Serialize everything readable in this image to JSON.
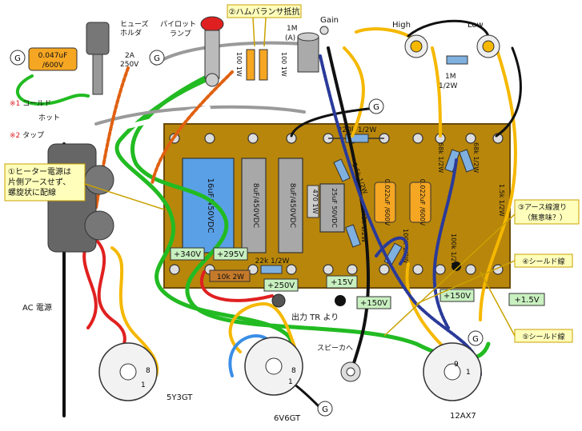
{
  "colors": {
    "board": "#b8860b",
    "board_edge": "#6b4a0a",
    "cap_blue": "#5aa0e6",
    "cap_gray": "#a8a8a8",
    "cap_orange": "#f5a623",
    "voltage_box": "#c8f0c0",
    "callout_box": "#ffffbb",
    "wire_green": "#22bb22",
    "wire_yellow": "#f5b800",
    "wire_red": "#e02020",
    "wire_black": "#111111",
    "wire_blue": "#3a8ee6",
    "wire_gray": "#9a9a9a"
  },
  "labels": {
    "fuse_holder": "ヒューズ\nホルダ",
    "fuse_rating": "2A\n250V",
    "pilot_lamp": "パイロット\nランプ",
    "hum_balancer": "②ハムバランサ抵抗",
    "gain_pot": "Gain",
    "high_pot": "High",
    "low_pot": "Low",
    "gain_value": "1M\n(A)",
    "tone_res": "1M\n1/2W",
    "cold": "※1 コールド",
    "hot": "ホット",
    "tap": "※2 タップ",
    "heater_note": "①ヒーター電源は\n片側アースせず、\n螺旋状に配線",
    "ac_power": "AC 電源",
    "output_tr": "出力 TR より",
    "to_speaker": "スピーカへ",
    "earth_note": "③アース線渡り\n（無意味？）",
    "shield1": "④シールド線",
    "shield2": "⑤シールド線",
    "tube_5y3": "5Y3GT",
    "tube_6v6": "6V6GT",
    "tube_12ax7": "12AX7",
    "ground": "G"
  },
  "components": {
    "cap_input": "0.047uF\n/600V",
    "cap_16uf": "16uF/450VDC",
    "cap_8uf_a": "8uF/450VDC",
    "cap_8uf_b": "8uF/450VDC",
    "cap_25uf": "25uF 50VDC",
    "res_470": "470 1W",
    "res_220k": "220k 1/2W",
    "res_15k": "1.5k 1/2W",
    "res_22k": "22k 1/2W",
    "cap_0022_a": "0.022uF\n/600V",
    "cap_0022_b": "0.022uF\n/600V",
    "res_68k_a": "68k 1/2W",
    "res_68k_b": "68k 1/2W",
    "res_100k_a": "100k 1/2W",
    "res_100k_b": "100k 1/2W",
    "res_15k_b": "1.5k 1/2W",
    "res_10k": "10k 2W",
    "res_22k_b": "22k 1/2W",
    "res_100_a": "100 1W",
    "res_100_b": "100 1W"
  },
  "voltages": {
    "v340": "+340V",
    "v295": "+295V",
    "v250": "+250V",
    "v15": "+15V",
    "v150a": "+150V",
    "v150b": "+150V",
    "v1_5": "+1.5V"
  },
  "pins": {
    "p8": "8",
    "p1": "1",
    "p9": "9"
  }
}
